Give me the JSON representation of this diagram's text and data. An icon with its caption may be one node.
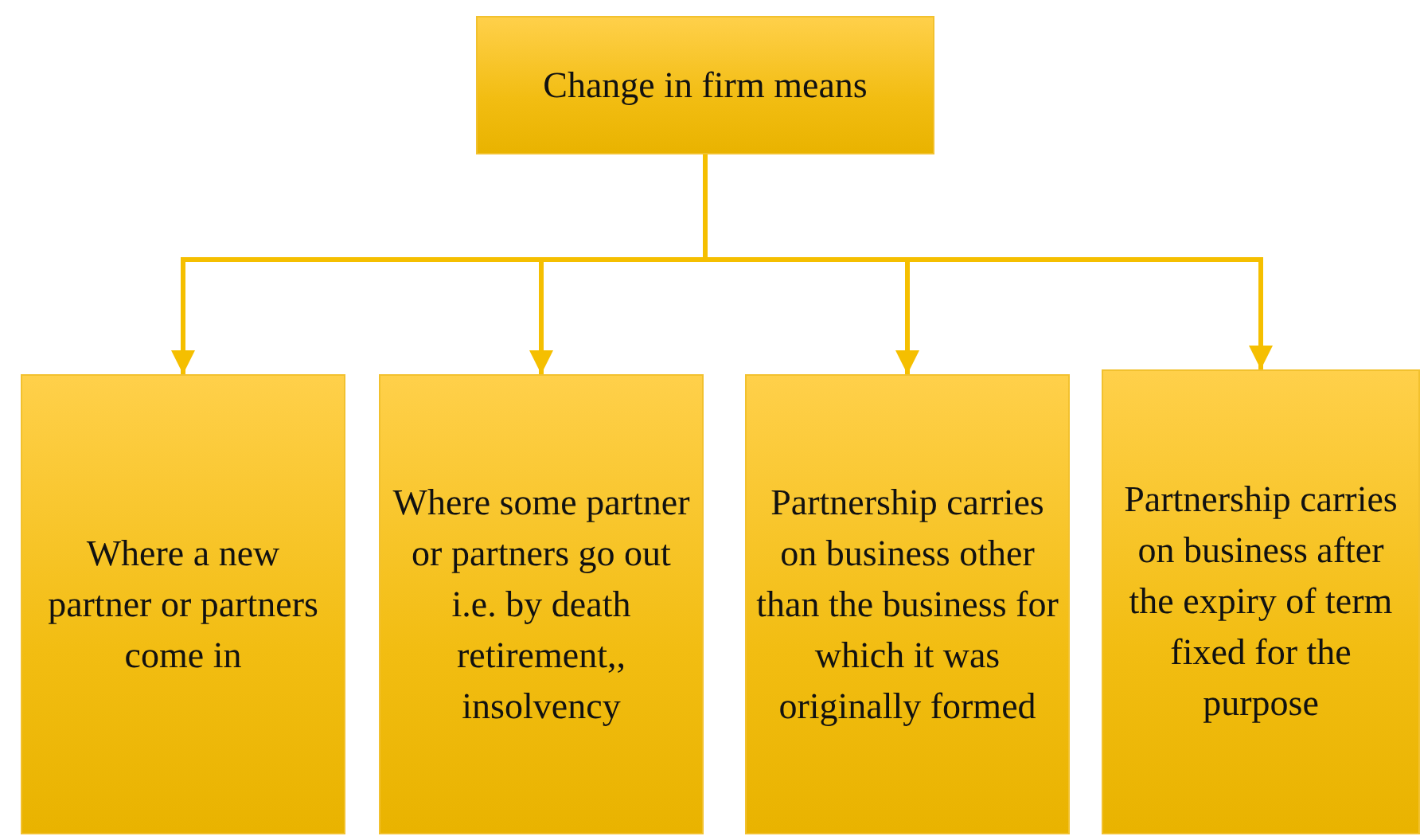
{
  "diagram": {
    "nodes": [
      {
        "text": [
          "Change in firm means"
        ]
      },
      {
        "text": [
          "Where a new partner or partners come in"
        ]
      },
      {
        "text": [
          "Where some partner or partners go out i.e. by death retirement,, insolvency"
        ]
      },
      {
        "text": [
          "Partnership carries on business other than the business for which it was originally formed"
        ]
      },
      {
        "text": [
          "Partnership carries on business after the expiry of term fixed for the purpose"
        ]
      }
    ],
    "edges": [
      {
        "from": 0,
        "to": 1,
        "arrow": "to"
      },
      {
        "from": 0,
        "to": 2,
        "arrow": "to"
      },
      {
        "from": 0,
        "to": 3,
        "arrow": "to"
      },
      {
        "from": 0,
        "to": 4,
        "arrow": "to"
      }
    ]
  }
}
